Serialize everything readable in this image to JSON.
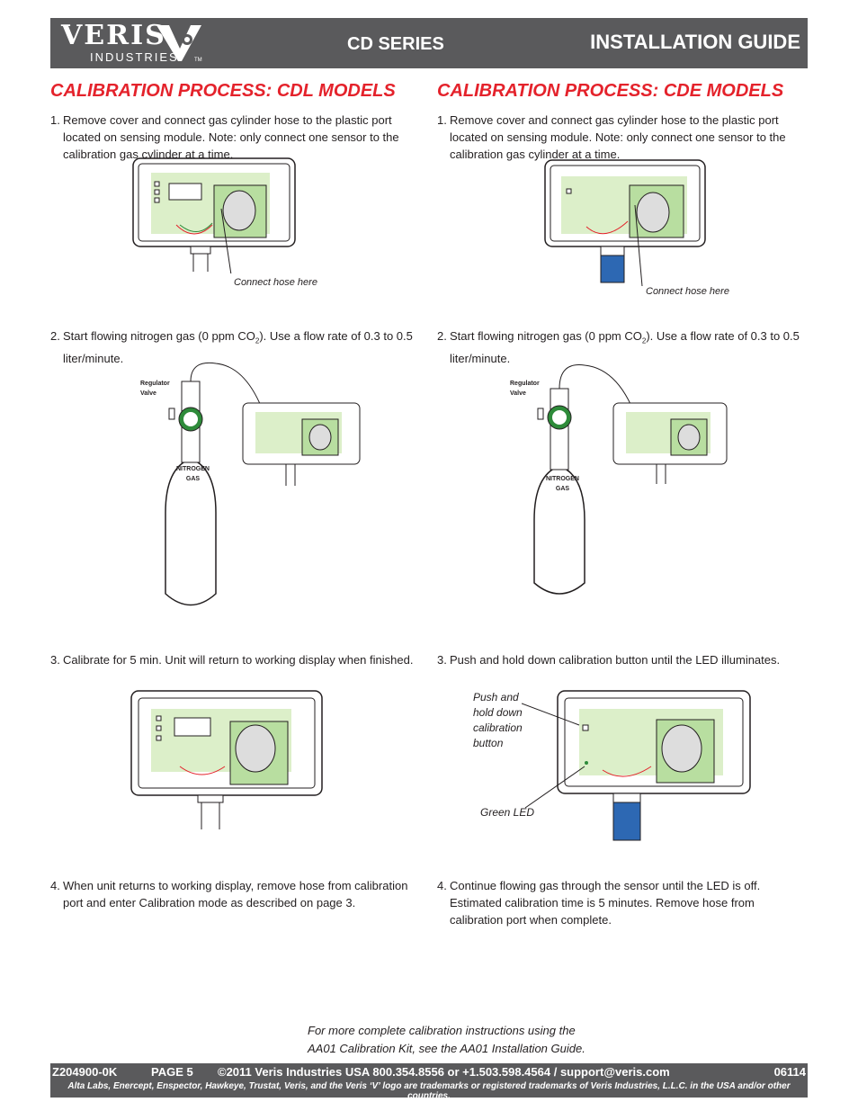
{
  "header": {
    "logo_word": "VERIS",
    "logo_sub": "INDUSTRIES",
    "logo_tm": "TM",
    "series": "CD SERIES",
    "title": "INSTALLATION GUIDE"
  },
  "left": {
    "title": "CALIBRATION PROCESS: CDL MODELS",
    "step1": {
      "num": "1.",
      "text": "Remove cover and connect gas cylinder hose to the plastic port located on sensing module. Note:  only connect one sensor to the calibration gas cylinder at a time."
    },
    "fig1_label": "Connect hose here",
    "step2": {
      "num": "2.",
      "pre": "Start flowing nitrogen gas (0 ppm CO",
      "sub": "2",
      "post": "). Use a flow rate of 0.3 to 0.5 liter/minute."
    },
    "regulator": "Regulator",
    "valve": "Valve",
    "nitrogen": "NITROGEN",
    "gas": "GAS",
    "step3": {
      "num": "3.",
      "text": "Calibrate for 5 min. Unit will return to working display when finished."
    },
    "step4": {
      "num": "4.",
      "text": "When unit returns to working display, remove hose from calibration port and enter Calibration mode as described on page 3."
    }
  },
  "right": {
    "title": "CALIBRATION PROCESS: CDE MODELS",
    "step1": {
      "num": "1.",
      "text": "Remove cover and connect gas cylinder hose to the plastic port located on sensing module. Note:  only connect one sensor to the calibration gas cylinder at a time."
    },
    "fig1_label": "Connect hose here",
    "step2": {
      "num": "2.",
      "pre": "Start flowing nitrogen gas (0 ppm CO",
      "sub": "2",
      "post": "). Use a flow rate of 0.3 to 0.5 liter/minute."
    },
    "regulator": "Regulator",
    "valve": "Valve",
    "nitrogen": "NITROGEN",
    "gas": "GAS",
    "step3": {
      "num": "3.",
      "text": "Push and hold down calibration button until the LED illuminates."
    },
    "push_lines": [
      "Push and",
      "hold down",
      "calibration",
      "button"
    ],
    "led_label": "Green LED",
    "step4": {
      "num": "4.",
      "text": "Continue flowing gas through the sensor until the LED is off. Estimated calibration time is 5 minutes. Remove hose from calibration port when complete."
    }
  },
  "footnote": {
    "line1": "For more complete calibration instructions using the",
    "line2": "AA01 Calibration Kit, see the AA01 Installation Guide."
  },
  "footer": {
    "doc": "Z204900-0K",
    "page": "PAGE 5",
    "contact": "©2011 Veris Industries   USA 800.354.8556 or +1.503.598.4564 / support@veris.com",
    "code": "06114",
    "trademarks": "Alta Labs, Enercept, Enspector, Hawkeye, Trustat, Veris, and the Veris ‘V’ logo are trademarks or registered trademarks of  Veris Industries, L.L.C. in the USA and/or other countries."
  },
  "colors": {
    "header": "#5a5a5c",
    "accent": "#e4222b",
    "board": "#dcefc9",
    "module": "#b8dea0",
    "port": "#2d68b3"
  }
}
